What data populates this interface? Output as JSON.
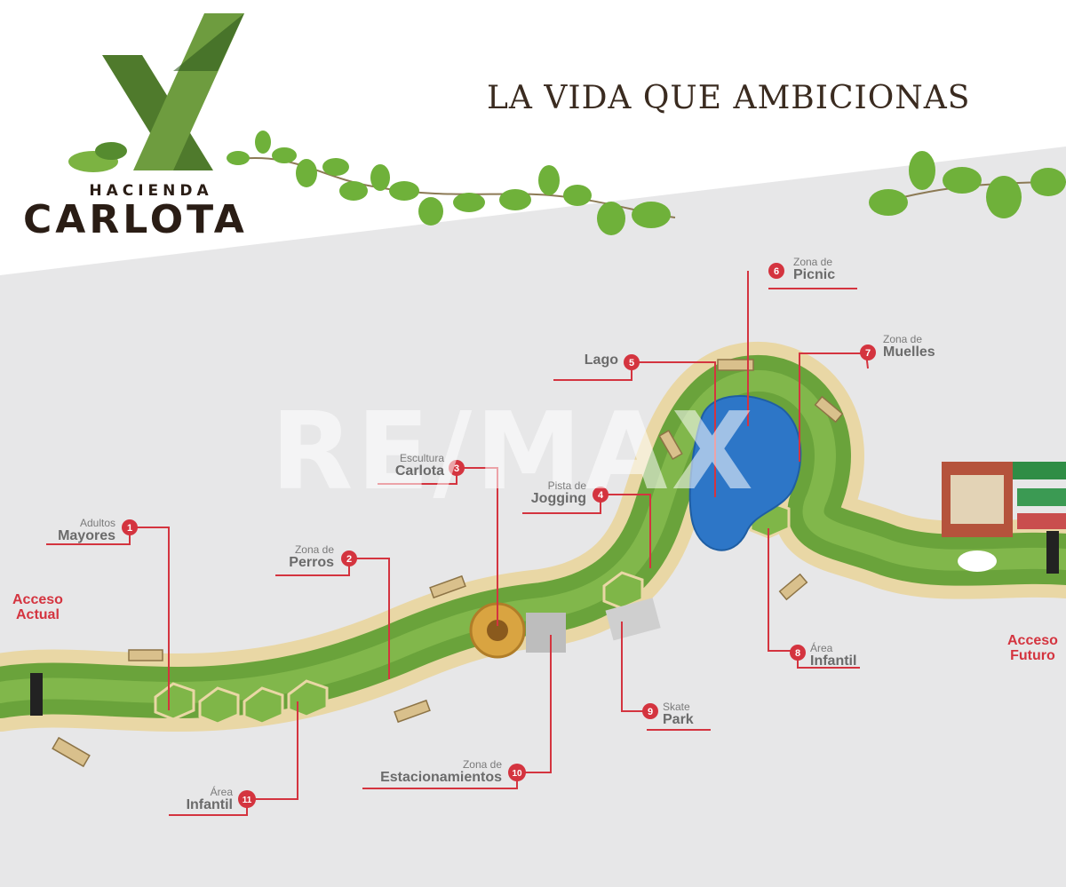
{
  "brand": {
    "line1": "HACIENDA",
    "line2": "CARLOTA"
  },
  "tagline": "LA VIDA QUE AMBICIONAS",
  "watermark": "RE/MAX",
  "colors": {
    "marker": "#d4343f",
    "path": "#efd9a4",
    "grass": "#6aa33b",
    "lake": "#2d76c7",
    "background": "#e7e7e8"
  },
  "access": {
    "actual": {
      "line1": "Acceso",
      "line2": "Actual"
    },
    "futuro": {
      "line1": "Acceso",
      "line2": "Futuro"
    }
  },
  "points": [
    {
      "num": "1",
      "small": "Adultos",
      "big": "Mayores"
    },
    {
      "num": "2",
      "small": "Zona de",
      "big": "Perros"
    },
    {
      "num": "3",
      "small": "Escultura",
      "big": "Carlota"
    },
    {
      "num": "4",
      "small": "Pista de",
      "big": "Jogging"
    },
    {
      "num": "5",
      "small": "",
      "big": "Lago"
    },
    {
      "num": "6",
      "small": "Zona de",
      "big": "Picnic"
    },
    {
      "num": "7",
      "small": "Zona de",
      "big": "Muelles"
    },
    {
      "num": "8",
      "small": "Área",
      "big": "Infantil"
    },
    {
      "num": "9",
      "small": "Skate",
      "big": "Park"
    },
    {
      "num": "10",
      "small": "Zona de",
      "big": "Estacionamientos"
    },
    {
      "num": "11",
      "small": "Área",
      "big": "Infantil"
    }
  ]
}
